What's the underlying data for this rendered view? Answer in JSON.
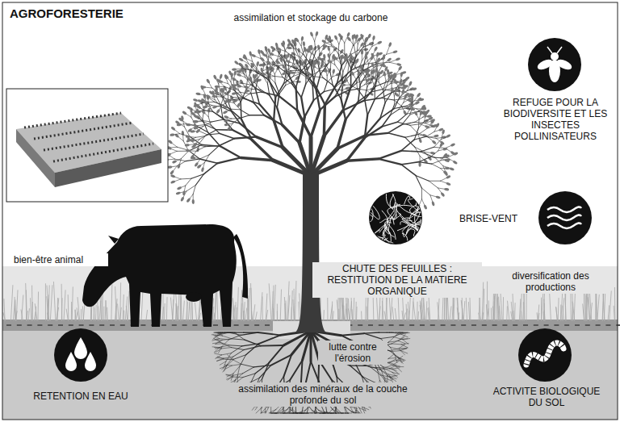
{
  "diagram": {
    "title": "AGROFORESTERIE",
    "labels": [
      "assimilation et stockage du carbone",
      "REFUGE POUR LA BIODIVERSITE ET LES INSECTES POLLINISATEURS",
      "BRISE-VENT",
      "bien-être animal",
      "CHUTE DES FEUILLES : RESTITUTION DE LA MATIERE ORGANIQUE",
      "diversification des productions",
      "lutte contre l'érosion",
      "RETENTION EN EAU",
      "assimilation des minéraux de la couche profonde du sol",
      "ACTIVITE BIOLOGIQUE DU SOL"
    ]
  }
}
